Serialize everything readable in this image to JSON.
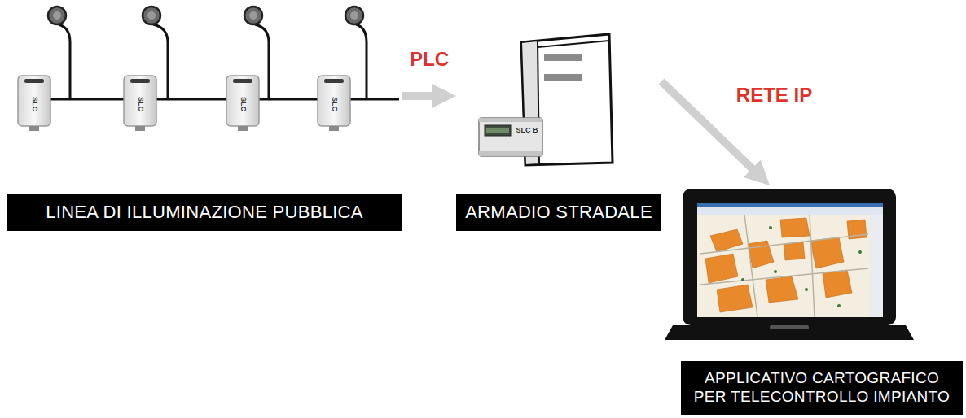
{
  "diagram": {
    "nodes": [
      {
        "text": [
          "LINEA DI ILLUMINAZIONE PUBBLICA"
        ]
      },
      {
        "text": [
          "ARMADIO STRADALE"
        ]
      },
      {
        "text": [
          "APPLICATIVO CARTOGRAFICO PER TELECONTROLLO IMPIANTO"
        ]
      }
    ],
    "edges": [
      {
        "from": 0,
        "to": 1,
        "label": "PLC",
        "arrow": "to"
      },
      {
        "from": 1,
        "to": 2,
        "label": "RETE IP",
        "arrow": "to"
      }
    ],
    "labels": [
      "SLC",
      "SLC",
      "SLC",
      "SLC",
      "SLC B"
    ]
  }
}
